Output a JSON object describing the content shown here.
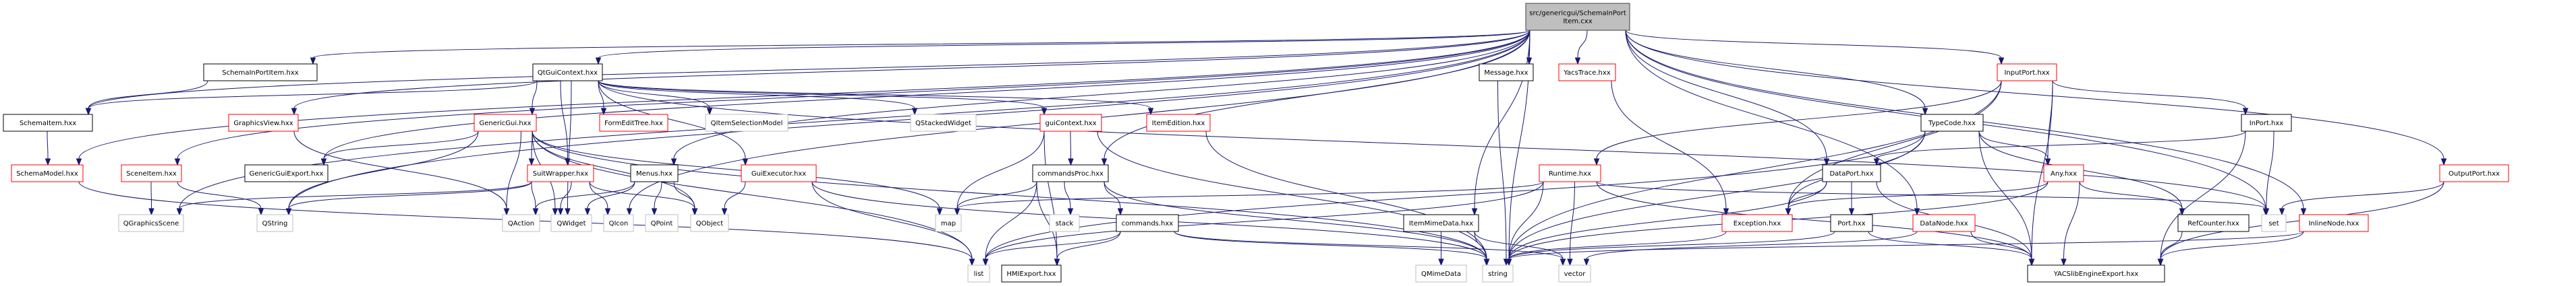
{
  "graph_title": "Include dependency graph for src/genericgui/SchemaInPortItem.cxx",
  "colors": {
    "edge": "#191970",
    "root_fill": "#bfbfbf",
    "root_border": "#404040",
    "documented_border": "#000000",
    "truncated_border": "#ff0000",
    "external_border": "#bfbfbf",
    "node_fill": "#ffffff"
  },
  "nodes": [
    {
      "id": "root",
      "label": [
        "src/genericgui/SchemaInPort",
        "Item.cxx"
      ],
      "kind": "root"
    },
    {
      "id": "SchemaInPortItem",
      "label": [
        "SchemaInPortItem.hxx"
      ],
      "kind": "documented"
    },
    {
      "id": "QtGuiContext",
      "label": [
        "QtGuiContext.hxx"
      ],
      "kind": "documented"
    },
    {
      "id": "Message",
      "label": [
        "Message.hxx"
      ],
      "kind": "documented"
    },
    {
      "id": "YacsTrace",
      "label": [
        "YacsTrace.hxx"
      ],
      "kind": "truncated"
    },
    {
      "id": "InputPort",
      "label": [
        "InputPort.hxx"
      ],
      "kind": "truncated"
    },
    {
      "id": "SchemaItem",
      "label": [
        "SchemaItem.hxx"
      ],
      "kind": "documented"
    },
    {
      "id": "GraphicsView",
      "label": [
        "GraphicsView.hxx"
      ],
      "kind": "truncated"
    },
    {
      "id": "GenericGui",
      "label": [
        "GenericGui.hxx"
      ],
      "kind": "truncated"
    },
    {
      "id": "FormEditTree",
      "label": [
        "FormEditTree.hxx"
      ],
      "kind": "truncated"
    },
    {
      "id": "QItemSelectionModel",
      "label": [
        "QItemSelectionModel"
      ],
      "kind": "external"
    },
    {
      "id": "QStackedWidget",
      "label": [
        "QStackedWidget"
      ],
      "kind": "external"
    },
    {
      "id": "guiContext",
      "label": [
        "guiContext.hxx"
      ],
      "kind": "truncated"
    },
    {
      "id": "ItemEdition",
      "label": [
        "ItemEdition.hxx"
      ],
      "kind": "truncated"
    },
    {
      "id": "TypeCode",
      "label": [
        "TypeCode.hxx"
      ],
      "kind": "documented"
    },
    {
      "id": "InPort",
      "label": [
        "InPort.hxx"
      ],
      "kind": "documented"
    },
    {
      "id": "SchemaModel",
      "label": [
        "SchemaModel.hxx"
      ],
      "kind": "truncated"
    },
    {
      "id": "SceneItem",
      "label": [
        "SceneItem.hxx"
      ],
      "kind": "truncated"
    },
    {
      "id": "GenericGuiExport",
      "label": [
        "GenericGuiExport.hxx"
      ],
      "kind": "documented"
    },
    {
      "id": "SuitWrapper",
      "label": [
        "SuitWrapper.hxx"
      ],
      "kind": "truncated"
    },
    {
      "id": "Menus",
      "label": [
        "Menus.hxx"
      ],
      "kind": "documented"
    },
    {
      "id": "GuiExecutor",
      "label": [
        "GuiExecutor.hxx"
      ],
      "kind": "truncated"
    },
    {
      "id": "commandsProc",
      "label": [
        "commandsProc.hxx"
      ],
      "kind": "documented"
    },
    {
      "id": "Runtime",
      "label": [
        "Runtime.hxx"
      ],
      "kind": "truncated"
    },
    {
      "id": "DataPort",
      "label": [
        "DataPort.hxx"
      ],
      "kind": "documented"
    },
    {
      "id": "Any",
      "label": [
        "Any.hxx"
      ],
      "kind": "truncated"
    },
    {
      "id": "OutputPort",
      "label": [
        "OutputPort.hxx"
      ],
      "kind": "truncated"
    },
    {
      "id": "QGraphicsScene",
      "label": [
        "QGraphicsScene"
      ],
      "kind": "external"
    },
    {
      "id": "QString",
      "label": [
        "QString"
      ],
      "kind": "external"
    },
    {
      "id": "QAction",
      "label": [
        "QAction"
      ],
      "kind": "external"
    },
    {
      "id": "QWidget",
      "label": [
        "QWidget"
      ],
      "kind": "external"
    },
    {
      "id": "QIcon",
      "label": [
        "QIcon"
      ],
      "kind": "external"
    },
    {
      "id": "QPoint",
      "label": [
        "QPoint"
      ],
      "kind": "external"
    },
    {
      "id": "QObject",
      "label": [
        "QObject"
      ],
      "kind": "external"
    },
    {
      "id": "map",
      "label": [
        "map"
      ],
      "kind": "external"
    },
    {
      "id": "stack",
      "label": [
        "stack"
      ],
      "kind": "external"
    },
    {
      "id": "commands",
      "label": [
        "commands.hxx"
      ],
      "kind": "documented"
    },
    {
      "id": "ItemMimeData",
      "label": [
        "ItemMimeData.hxx"
      ],
      "kind": "documented"
    },
    {
      "id": "Exception",
      "label": [
        "Exception.hxx"
      ],
      "kind": "truncated"
    },
    {
      "id": "Port",
      "label": [
        "Port.hxx"
      ],
      "kind": "documented"
    },
    {
      "id": "DataNode",
      "label": [
        "DataNode.hxx"
      ],
      "kind": "truncated"
    },
    {
      "id": "RefCounter",
      "label": [
        "RefCounter.hxx"
      ],
      "kind": "documented"
    },
    {
      "id": "set",
      "label": [
        "set"
      ],
      "kind": "external"
    },
    {
      "id": "InlineNode",
      "label": [
        "InlineNode.hxx"
      ],
      "kind": "truncated"
    },
    {
      "id": "list",
      "label": [
        "list"
      ],
      "kind": "external"
    },
    {
      "id": "HMIExport",
      "label": [
        "HMIExport.hxx"
      ],
      "kind": "documented"
    },
    {
      "id": "QMimeData",
      "label": [
        "QMimeData"
      ],
      "kind": "external"
    },
    {
      "id": "string",
      "label": [
        "string"
      ],
      "kind": "external"
    },
    {
      "id": "vector",
      "label": [
        "vector"
      ],
      "kind": "external"
    },
    {
      "id": "YACSlibEngineExport",
      "label": [
        "YACSlibEngineExport.hxx"
      ],
      "kind": "documented"
    }
  ],
  "edges": [
    [
      "root",
      "SchemaInPortItem"
    ],
    [
      "root",
      "QtGuiContext"
    ],
    [
      "root",
      "Message"
    ],
    [
      "root",
      "YacsTrace"
    ],
    [
      "root",
      "InputPort"
    ],
    [
      "root",
      "SchemaItem"
    ],
    [
      "root",
      "SchemaModel"
    ],
    [
      "root",
      "SceneItem"
    ],
    [
      "root",
      "GraphicsView"
    ],
    [
      "root",
      "GenericGuiExport"
    ],
    [
      "root",
      "QString"
    ],
    [
      "root",
      "QGraphicsScene"
    ],
    [
      "root",
      "Menus"
    ],
    [
      "root",
      "QIcon"
    ],
    [
      "root",
      "commandsProc"
    ],
    [
      "root",
      "ItemMimeData"
    ],
    [
      "root",
      "TypeCode"
    ],
    [
      "root",
      "DataPort"
    ],
    [
      "root",
      "DataNode"
    ],
    [
      "root",
      "InlineNode"
    ],
    [
      "root",
      "OutputPort"
    ],
    [
      "root",
      "string"
    ],
    [
      "root",
      "set"
    ],
    [
      "SchemaInPortItem",
      "SchemaItem"
    ],
    [
      "SchemaItem",
      "SchemaModel"
    ],
    [
      "QtGuiContext",
      "SchemaItem"
    ],
    [
      "QtGuiContext",
      "GenericGui"
    ],
    [
      "QtGuiContext",
      "FormEditTree"
    ],
    [
      "QtGuiContext",
      "QItemSelectionModel"
    ],
    [
      "QtGuiContext",
      "QStackedWidget"
    ],
    [
      "QtGuiContext",
      "guiContext"
    ],
    [
      "QtGuiContext",
      "ItemEdition"
    ],
    [
      "QtGuiContext",
      "SuitWrapper"
    ],
    [
      "QtGuiContext",
      "QWidget"
    ],
    [
      "QtGuiContext",
      "GuiExecutor"
    ],
    [
      "QtGuiContext",
      "set"
    ],
    [
      "Message",
      "string"
    ],
    [
      "YacsTrace",
      "Exception"
    ],
    [
      "InputPort",
      "Runtime"
    ],
    [
      "InputPort",
      "InPort"
    ],
    [
      "InputPort",
      "Any"
    ],
    [
      "InputPort",
      "Exception"
    ],
    [
      "InputPort",
      "string"
    ],
    [
      "InputPort",
      "YACSlibEngineExport"
    ],
    [
      "GraphicsView",
      "QAction"
    ],
    [
      "GenericGui",
      "GenericGuiExport"
    ],
    [
      "GenericGui",
      "QString"
    ],
    [
      "GenericGui",
      "SuitWrapper"
    ],
    [
      "GenericGui",
      "QAction"
    ],
    [
      "GenericGui",
      "QWidget"
    ],
    [
      "GenericGui",
      "QObject"
    ],
    [
      "GenericGui",
      "map"
    ],
    [
      "GenericGui",
      "list"
    ],
    [
      "GenericGui",
      "string"
    ],
    [
      "guiContext",
      "commandsProc"
    ],
    [
      "guiContext",
      "map"
    ],
    [
      "guiContext",
      "HMIExport"
    ],
    [
      "guiContext",
      "string"
    ],
    [
      "ItemEdition",
      "string"
    ],
    [
      "TypeCode",
      "Any"
    ],
    [
      "TypeCode",
      "RefCounter"
    ],
    [
      "TypeCode",
      "Exception"
    ],
    [
      "TypeCode",
      "string"
    ],
    [
      "TypeCode",
      "list"
    ],
    [
      "TypeCode",
      "YACSlibEngineExport"
    ],
    [
      "InPort",
      "DataPort"
    ],
    [
      "InPort",
      "set"
    ],
    [
      "InPort",
      "YACSlibEngineExport"
    ],
    [
      "SchemaModel",
      "list"
    ],
    [
      "SceneItem",
      "QGraphicsScene"
    ],
    [
      "SceneItem",
      "QString"
    ],
    [
      "SuitWrapper",
      "QAction"
    ],
    [
      "SuitWrapper",
      "QWidget"
    ],
    [
      "SuitWrapper",
      "QIcon"
    ],
    [
      "SuitWrapper",
      "QObject"
    ],
    [
      "SuitWrapper",
      "QString"
    ],
    [
      "SuitWrapper",
      "QGraphicsScene"
    ],
    [
      "Menus",
      "QAction"
    ],
    [
      "Menus",
      "QWidget"
    ],
    [
      "Menus",
      "QPoint"
    ],
    [
      "Menus",
      "QObject"
    ],
    [
      "GuiExecutor",
      "QObject"
    ],
    [
      "GuiExecutor",
      "list"
    ],
    [
      "GuiExecutor",
      "string"
    ],
    [
      "commandsProc",
      "map"
    ],
    [
      "commandsProc",
      "stack"
    ],
    [
      "commandsProc",
      "commands"
    ],
    [
      "commandsProc",
      "list"
    ],
    [
      "commandsProc",
      "HMIExport"
    ],
    [
      "commandsProc",
      "string"
    ],
    [
      "commands",
      "list"
    ],
    [
      "commands",
      "HMIExport"
    ],
    [
      "commands",
      "string"
    ],
    [
      "commands",
      "vector"
    ],
    [
      "Runtime",
      "map"
    ],
    [
      "Runtime",
      "list"
    ],
    [
      "Runtime",
      "string"
    ],
    [
      "Runtime",
      "vector"
    ],
    [
      "Runtime",
      "set"
    ],
    [
      "Runtime",
      "YACSlibEngineExport"
    ],
    [
      "DataPort",
      "Exception"
    ],
    [
      "DataPort",
      "Port"
    ],
    [
      "DataPort",
      "string"
    ],
    [
      "DataPort",
      "YACSlibEngineExport"
    ],
    [
      "Any",
      "Exception"
    ],
    [
      "Any",
      "RefCounter"
    ],
    [
      "Any",
      "string"
    ],
    [
      "Any",
      "YACSlibEngineExport"
    ],
    [
      "OutputPort",
      "set"
    ],
    [
      "OutputPort",
      "YACSlibEngineExport"
    ],
    [
      "ItemMimeData",
      "QMimeData"
    ],
    [
      "ItemMimeData",
      "string"
    ],
    [
      "ItemMimeData",
      "vector"
    ],
    [
      "Exception",
      "string"
    ],
    [
      "Port",
      "string"
    ],
    [
      "Port",
      "YACSlibEngineExport"
    ],
    [
      "DataNode",
      "vector"
    ],
    [
      "DataNode",
      "YACSlibEngineExport"
    ],
    [
      "RefCounter",
      "YACSlibEngineExport"
    ],
    [
      "InlineNode",
      "string"
    ],
    [
      "InlineNode",
      "YACSlibEngineExport"
    ]
  ]
}
